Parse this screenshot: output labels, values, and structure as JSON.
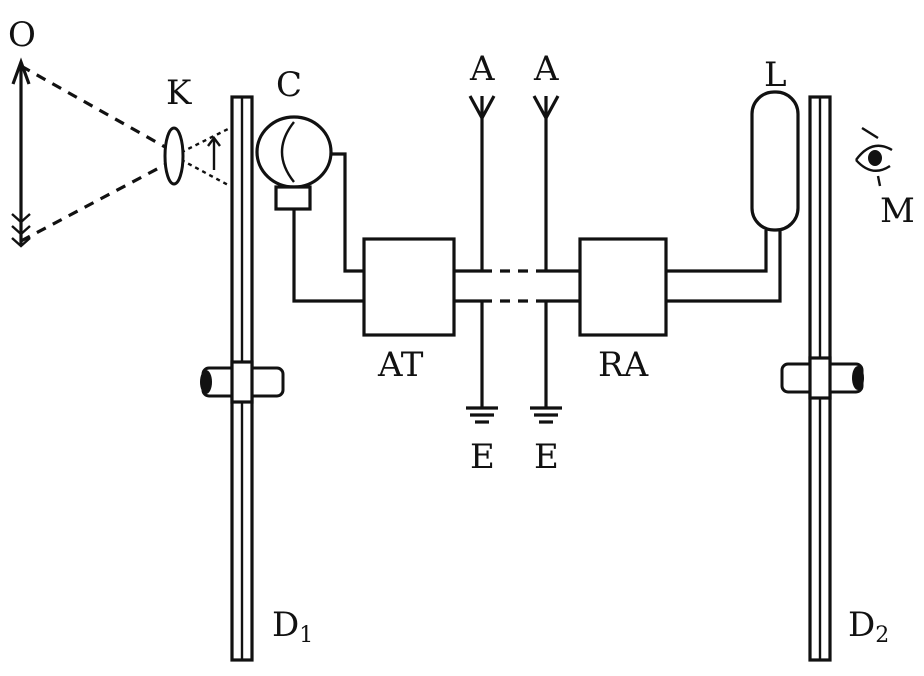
{
  "labels": {
    "object": "O",
    "lens": "K",
    "camera": "C",
    "lamp": "L",
    "eye": "M",
    "antenna_left": "A",
    "antenna_right": "A",
    "earth_left": "E",
    "earth_right": "E",
    "transmitter": "AT",
    "receiver": "RA",
    "disc1_letter": "D",
    "disc1_sub": "1",
    "disc2_letter": "D",
    "disc2_sub": "2"
  },
  "colors": {
    "ink": "#111111",
    "background": "#ffffff"
  }
}
